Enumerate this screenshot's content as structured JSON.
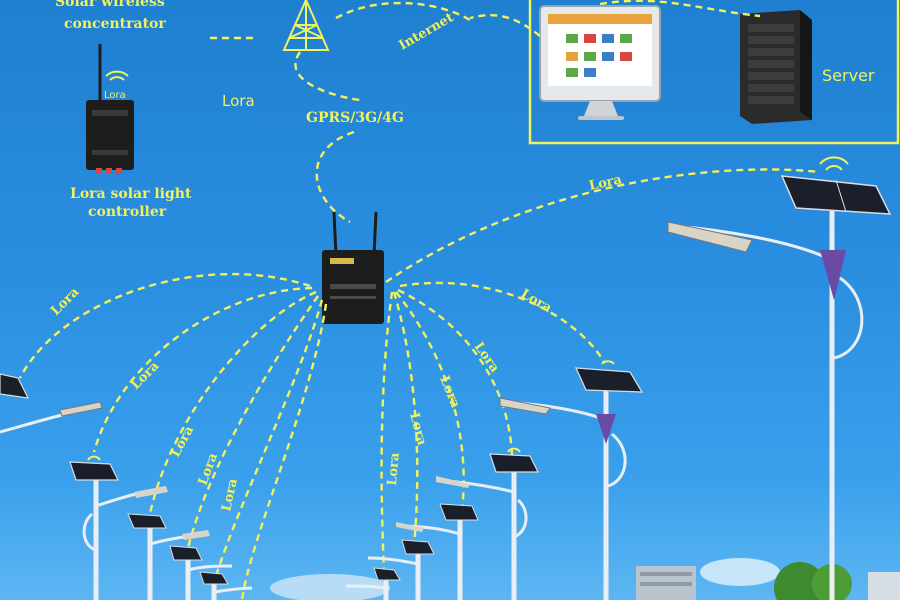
{
  "labels": {
    "concentrator": [
      "Solar wireless",
      "concentrator"
    ],
    "controller": [
      "Lora solar light",
      "controller"
    ],
    "controller_wifi": "Lora",
    "lora_top": "Lora",
    "gprs": "GPRS/3G/4G",
    "internet": "Internet",
    "server": "Server",
    "link_lora": "Lora"
  },
  "colors": {
    "sky": "#2a8ee0",
    "link": "#f2f25c",
    "device": "#1d1d1d",
    "pole": "#e9eef4"
  }
}
